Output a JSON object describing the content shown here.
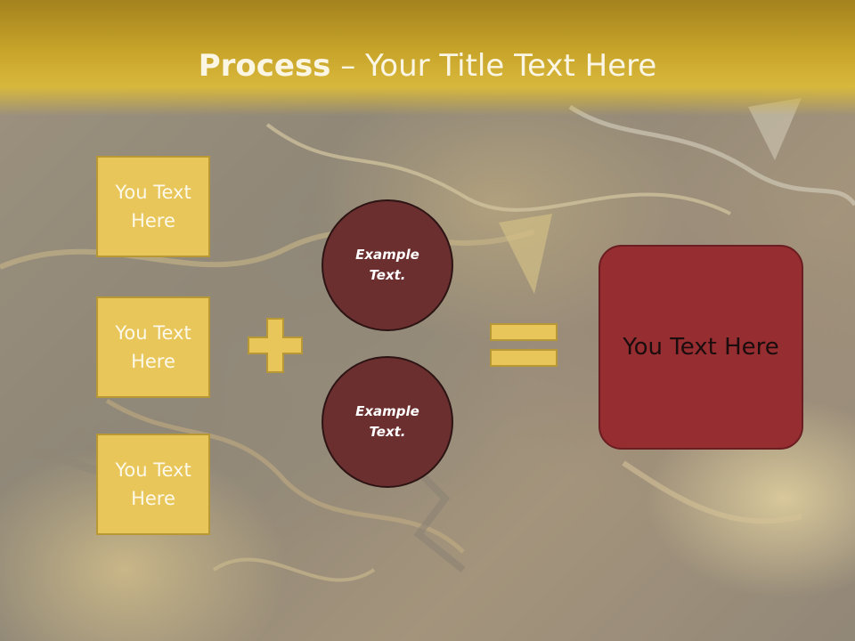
{
  "slide": {
    "title_bold": "Process",
    "title_rest": " – Your Title Text Here"
  },
  "left_boxes": [
    {
      "line1": "You Text",
      "line2": "Here"
    },
    {
      "line1": "You Text",
      "line2": "Here"
    },
    {
      "line1": "You Text",
      "line2": "Here"
    }
  ],
  "circles": [
    {
      "line1": "Example",
      "line2": "Text."
    },
    {
      "line1": "Example",
      "line2": "Text."
    }
  ],
  "result_box": {
    "text": "You Text Here"
  },
  "colors": {
    "header_gold": "#c8a52a",
    "box_gold": "#e8c659",
    "box_border": "#b79835",
    "circle_fill": "#6a2f2e",
    "result_fill": "#952d31",
    "title_text": "#fbf6e4"
  },
  "icons": {
    "operator_1": "plus-icon",
    "operator_2": "equals-icon"
  }
}
